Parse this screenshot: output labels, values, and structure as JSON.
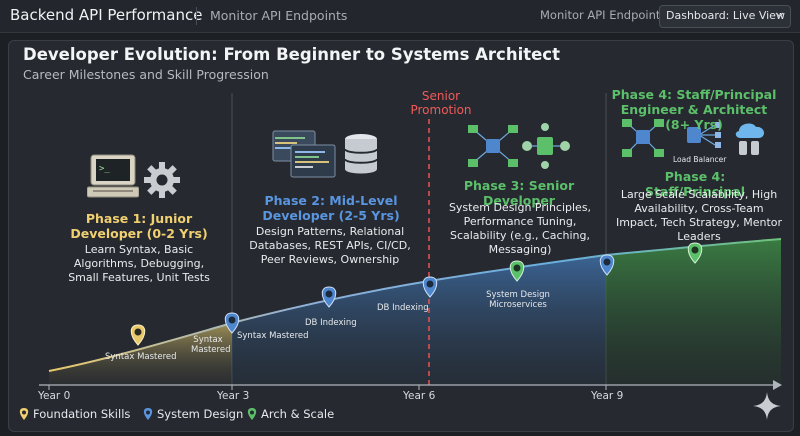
{
  "header": {
    "app_title": "Backend API Performance",
    "breadcrumb": "Monitor API Endpoints",
    "right_link": "Monitor API Endpoints",
    "dashboard_select": "Dashboard: Live View"
  },
  "chart_data": {
    "type": "area",
    "title": "Developer Evolution: From Beginner to Systems Architect",
    "subtitle": "Career Milestones and Skill Progression",
    "x_ticks": [
      "Year 0",
      "Year 3",
      "Year 6",
      "Year 9"
    ],
    "xlim": [
      0,
      12
    ],
    "series": [
      {
        "name": "Foundation Skills",
        "color": "#e8c86a"
      },
      {
        "name": "System Design",
        "color": "#4f87cf"
      },
      {
        "name": "Arch & Scale",
        "color": "#4fae5a"
      }
    ],
    "marker": {
      "label": "Senior Promotion",
      "x": 6,
      "color": "#e05050"
    },
    "phases": [
      {
        "title": "Phase 1: Junior Developer (0-2 Yrs)",
        "description": "Learn Syntax, Basic Algorithms, Debugging, Small Features, Unit Tests",
        "color": "#e8c86a"
      },
      {
        "title": "Phase 2: Mid-Level Developer (2-5 Yrs)",
        "description": "Design Patterns, Relational Databases, REST APIs, CI/CD, Peer Reviews, Ownership",
        "color": "#5a95e0"
      },
      {
        "title": "Phase 3: Senior Developer",
        "description": "System Design Principles, Performance Tuning, Scalability (e.g., Caching, Messaging)",
        "color": "#5cbf6a"
      },
      {
        "title": "Phase 4: Staff/Principal Engineer & Architect (8+ Yrs)",
        "color": "#5cbf6a"
      },
      {
        "title": "Phase 4: Staff/Principal",
        "description": "Large Scale Scalability, High Availability, Cross-Team Impact, Tech Strategy, Mentor Leaders",
        "color": "#5cbf6a"
      }
    ],
    "milestones": [
      {
        "x": 1.5,
        "label": "Syntax Mastered",
        "type": "foundation"
      },
      {
        "x": 3.0,
        "label": "Syntax Mastered",
        "type": "system"
      },
      {
        "x": 5.0,
        "label": "DB Indexing",
        "type": "system"
      },
      {
        "x": 6.0,
        "label": "DB Indexing",
        "type": "system"
      },
      {
        "x": 8.0,
        "label": "System Design Microservices",
        "type": "arch"
      },
      {
        "x": 9.0,
        "label": "",
        "type": "system"
      },
      {
        "x": 10.5,
        "label": "",
        "type": "arch"
      }
    ],
    "grid": true,
    "legend_position": "bottom-left",
    "icons": [
      "computer-icon",
      "gear-icon",
      "code-windows-icon",
      "database-icon",
      "network-icon",
      "load-balancer-icon",
      "cloud-db-icon"
    ],
    "annotations": [
      "Load Balancer"
    ]
  },
  "legend": [
    {
      "label": "Foundation Skills",
      "color": "#f0d070"
    },
    {
      "label": "System Design",
      "color": "#5a95e0"
    },
    {
      "label": "Arch & Scale",
      "color": "#5cbf6a"
    }
  ],
  "milestone_labels": [
    "Syntax Mastered",
    "Syntax Mastered",
    "Syntax Mastered",
    "DB Indexing",
    "DB Indexing",
    "System Design Microservices"
  ]
}
